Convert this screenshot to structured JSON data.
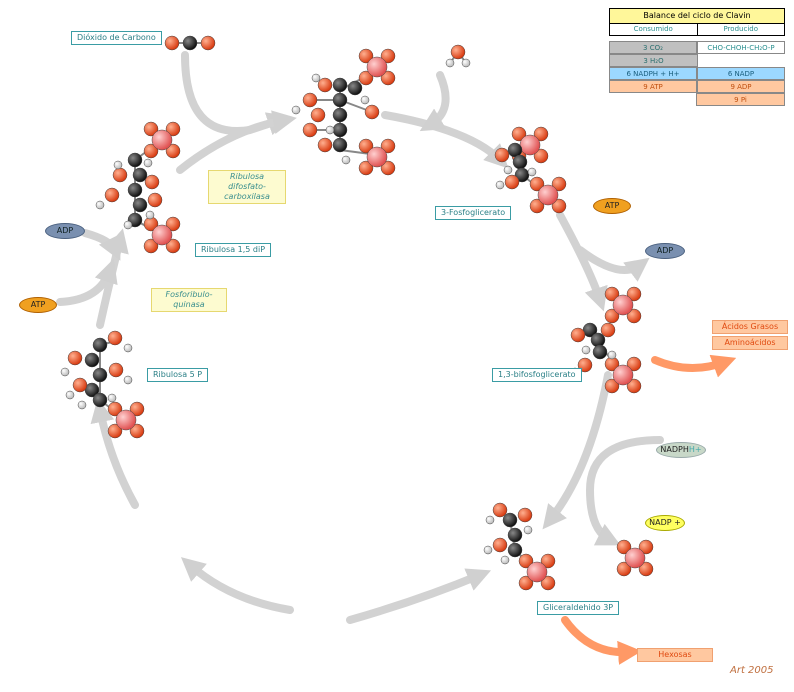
{
  "labels": {
    "co2": "Dióxido de Carbono",
    "enzyme_rubisco": "Ribulosa difosfato-carboxilasa",
    "ribulose_15dip": "Ribulosa 1,5 diP",
    "enzyme_kinase": "Fosforibulo-quinasa",
    "ribulose_5p": "Ribulosa 5 P",
    "pga3": "3-Fosfoglicerato",
    "bpg13": "1,3-bifosfoglicerato",
    "g3p": "Gliceraldehido 3P",
    "fatty_acids": "Ácidos Grasos",
    "amino_acids": "Aminoácidos",
    "hexoses": "Hexosas"
  },
  "cofactors": {
    "adp_left": "ADP",
    "atp_left": "ATP",
    "atp_right": "ATP",
    "adp_right": "ADP",
    "nadph": "NADPH",
    "nadph_h": "H+",
    "nadp": "NADP +"
  },
  "balance": {
    "title": "Balance del ciclo de Clavin",
    "consumed_header": "Consumido",
    "produced_header": "Producido",
    "rows": [
      {
        "consumed": "3 CO₂",
        "produced": "CHO-CHOH-CH₂O-P",
        "color": "gray"
      },
      {
        "consumed": "3 H₂O",
        "produced": "",
        "color": "gray"
      },
      {
        "consumed": "6 NADPH + H+",
        "produced": "6 NADP",
        "color": "blue"
      },
      {
        "consumed": "9 ATP",
        "produced": "9 ADP",
        "color": "orange"
      },
      {
        "consumed": "",
        "produced": "9 Pi",
        "color": "orange"
      }
    ]
  },
  "logo": "Art 2005",
  "colors": {
    "arrow_gray": "#d0d0d0",
    "arrow_orange": "#ff9966",
    "oxygen": "#e8502a",
    "carbon": "#333333",
    "hydrogen": "#f0f0f0",
    "phosphate": "#f07070"
  }
}
